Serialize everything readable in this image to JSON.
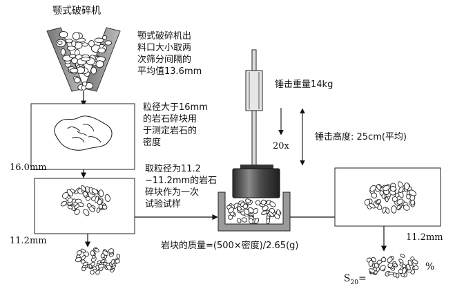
{
  "diagram": {
    "crusher_title": "颚式破碎机",
    "crusher_note": "颚式破碎机出\n料口大小取两\n次筛分间隔的\n平均值13.6mm",
    "density_note": "粒径大于16mm\n的岩石碎块用\n于测定岩石的\n密度",
    "sieve_16": "16.0mm",
    "sample_note": "取粒径为11.2\n~11.2mm的岩石\n碎块作为一次\n试验试样",
    "sieve_112_left": "11.2mm",
    "hammer_weight": "锤击重量14kg",
    "blows": "20x",
    "drop_height": "锤击高度: 25cm(平均)",
    "mass_formula": "岩块的质量=(500×密度)/2.65(g)",
    "sieve_112_right": "11.2mm",
    "s20_label": "S",
    "s20_sub": "20",
    "s20_eq": "=",
    "percent": "%"
  }
}
